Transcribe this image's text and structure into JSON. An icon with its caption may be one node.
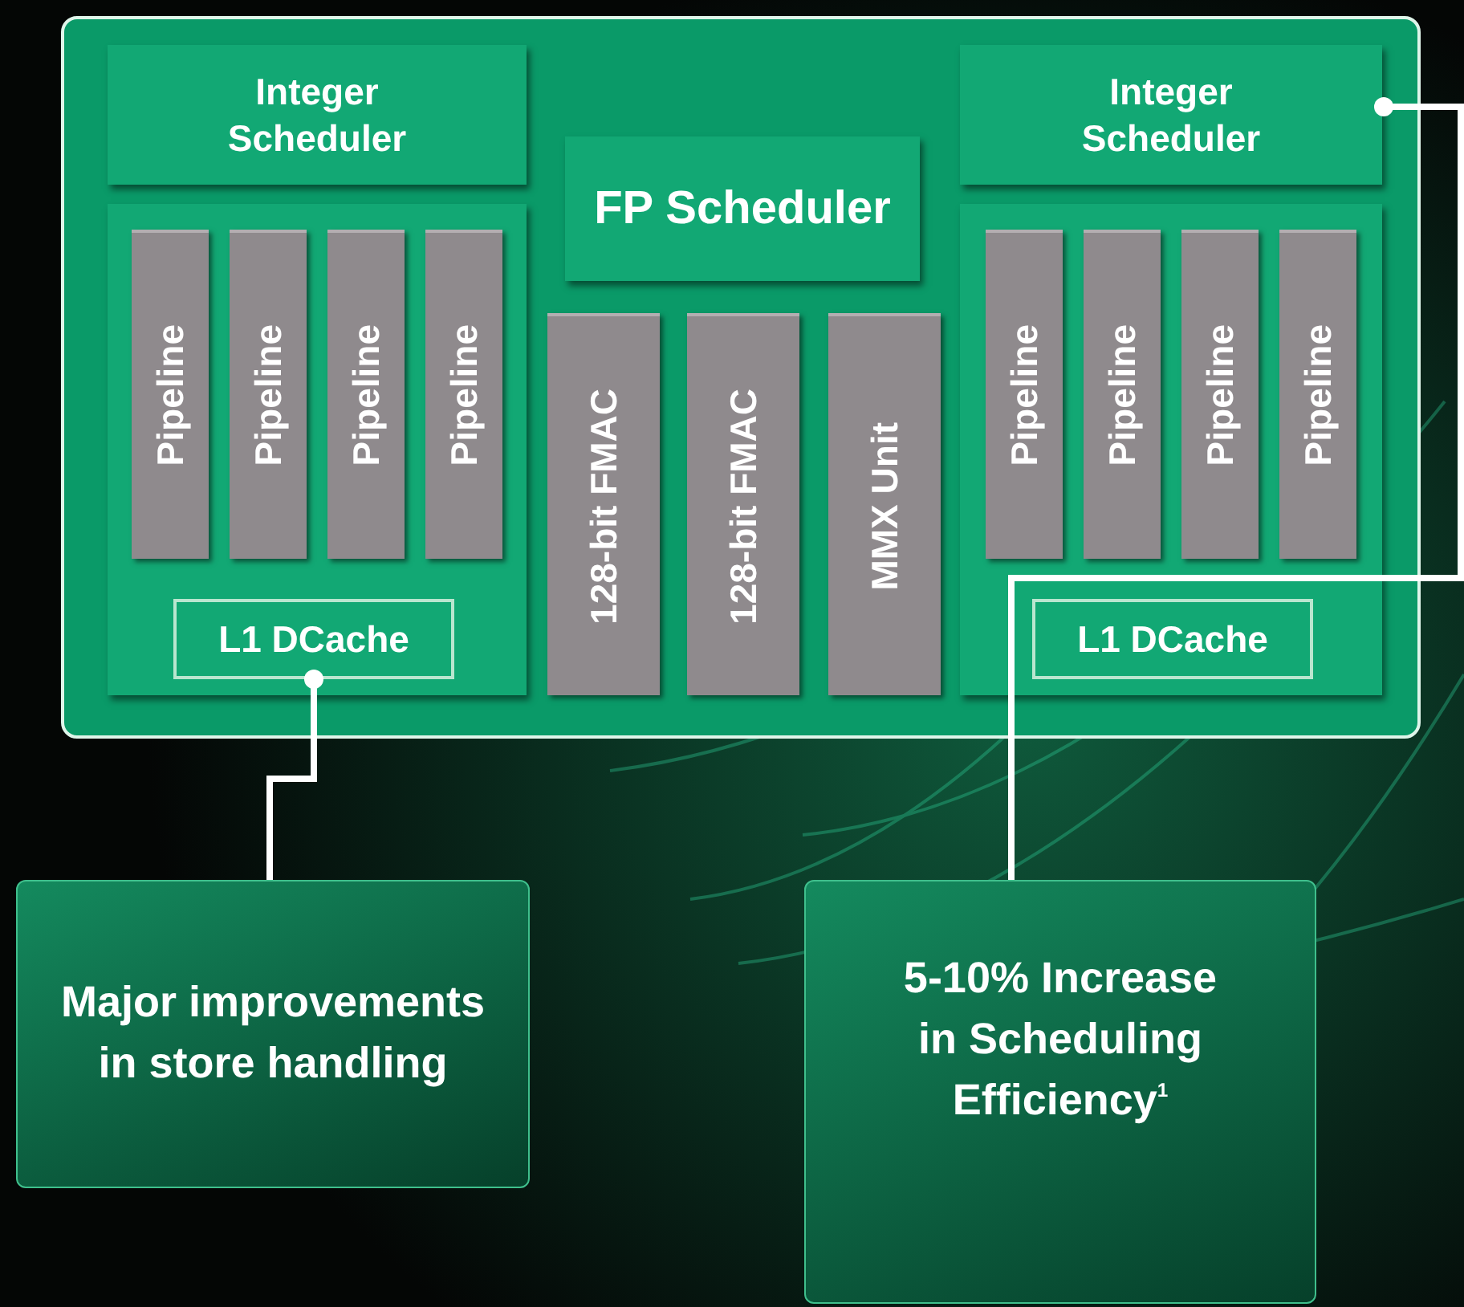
{
  "diagram": {
    "nodes": [
      {
        "text": [],
        "shape": "box"
      },
      {
        "text": [
          "Integer Scheduler"
        ],
        "in": 0
      },
      {
        "text": [],
        "shape": "box",
        "in": 0
      },
      {
        "text": [
          "Pipeline"
        ],
        "in": 2
      },
      {
        "text": [
          "Pipeline"
        ],
        "in": 2
      },
      {
        "text": [
          "Pipeline"
        ],
        "in": 2
      },
      {
        "text": [
          "Pipeline"
        ],
        "in": 2
      },
      {
        "text": [
          "L1 DCache"
        ],
        "in": 2
      },
      {
        "text": [
          "FP Scheduler"
        ],
        "in": 0
      },
      {
        "text": [
          "128-bit FMAC"
        ],
        "in": 0
      },
      {
        "text": [
          "128-bit FMAC"
        ],
        "in": 0
      },
      {
        "text": [
          "MMX Unit"
        ],
        "in": 0
      },
      {
        "text": [
          "Integer Scheduler"
        ],
        "in": 0
      },
      {
        "text": [],
        "shape": "box",
        "in": 0
      },
      {
        "text": [
          "Pipeline"
        ],
        "in": 13
      },
      {
        "text": [
          "Pipeline"
        ],
        "in": 13
      },
      {
        "text": [
          "Pipeline"
        ],
        "in": 13
      },
      {
        "text": [
          "Pipeline"
        ],
        "in": 13
      },
      {
        "text": [
          "L1 DCache"
        ],
        "in": 13
      },
      {
        "text": [
          "Major improvements in store handling"
        ]
      },
      {
        "text": [
          "5-10% Increase in Scheduling Efficiency$^{1}$"
        ]
      }
    ],
    "edges": [
      {
        "from": 19,
        "to": 7,
        "arrow": "other"
      },
      {
        "from": 20,
        "to": 12,
        "arrow": "other"
      }
    ]
  }
}
